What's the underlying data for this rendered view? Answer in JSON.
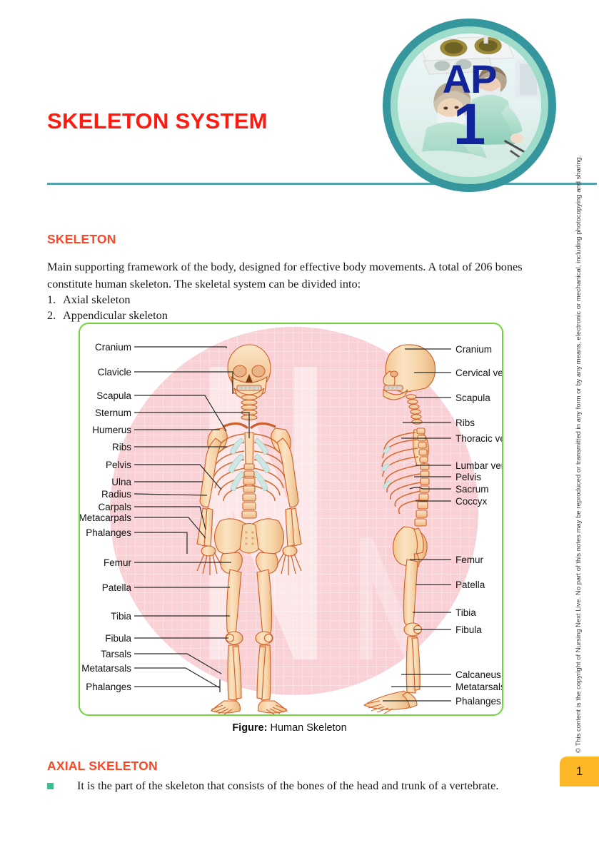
{
  "header": {
    "chapter_title": "SKELETON SYSTEM",
    "badge": {
      "label": "AP",
      "number": "1",
      "photo_alt": "operating-room-surgeons",
      "ring_outer_color": "#35969e",
      "ring_inner_color": "#9fdcc9",
      "text_color": "#11249a"
    },
    "rule_color": "#4fa3ad"
  },
  "sections": {
    "skeleton": {
      "heading": "SKELETON",
      "paragraph": "Main supporting framework of the body, designed for effective body movements. A total of 206 bones constitute human skeleton. The skeletal system can be divided into:",
      "list": [
        {
          "num": "1.",
          "text": "Axial skeleton"
        },
        {
          "num": "2.",
          "text": "Appendicular skeleton"
        }
      ]
    },
    "axial": {
      "heading": "AXIAL SKELETON",
      "bullets": [
        "It is the part of the skeleton that consists of the bones of the head and trunk of a vertebrate."
      ]
    }
  },
  "figure": {
    "caption_label": "Figure:",
    "caption_text": "Human Skeleton",
    "border_color": "#6ed63c",
    "watermark_letter": "N",
    "background_color": "#f9d9dc",
    "bone_color": "#f7d6ab",
    "bone_outline": "#d1622a",
    "cartilage_color": "#cfe7e3",
    "anterior_labels": [
      "Cranium",
      "Clavicle",
      "Scapula",
      "Sternum",
      "Humerus",
      "Ribs",
      "Pelvis",
      "Ulna",
      "Radius",
      "Carpals",
      "Metacarpals",
      "Phalanges",
      "Femur",
      "Patella",
      "Tibia",
      "Fibula",
      "Tarsals",
      "Metatarsals",
      "Phalanges"
    ],
    "lateral_labels": [
      "Cranium",
      "Cervical vertebra",
      "Scapula",
      "Ribs",
      "Thoracic vertebra",
      "Lumbar vertebra",
      "Pelvis",
      "Sacrum",
      "Coccyx",
      "Femur",
      "Patella",
      "Tibia",
      "Fibula",
      "Calcaneus",
      "Metatarsals",
      "Phalanges"
    ]
  },
  "footer": {
    "copyright": "© This content is the copyright of Nursing Next Live. No part of this notes may be reproduced or transmitted in any form or by any means, electronic or mechanical, including photocopying and sharing.",
    "page_number": "1",
    "page_tab_color": "#fcb826"
  }
}
